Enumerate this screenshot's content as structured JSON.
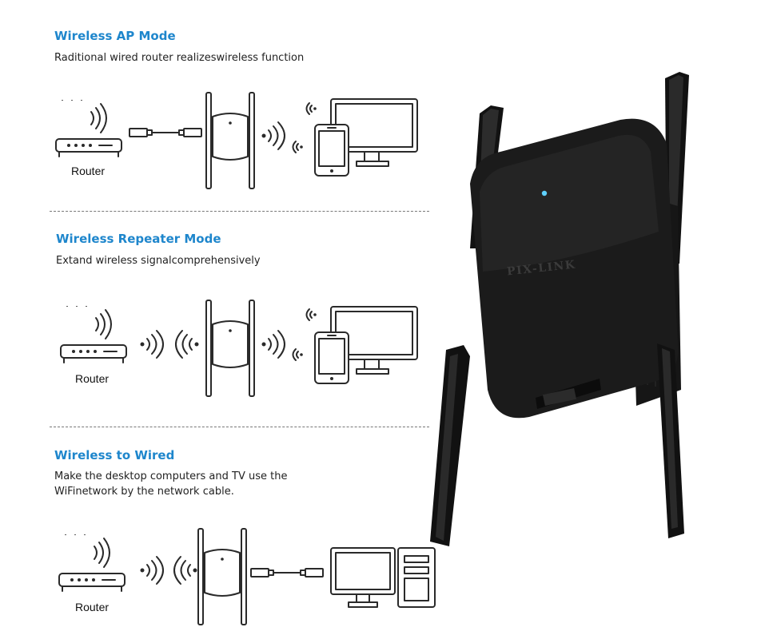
{
  "sections": [
    {
      "title": "Wireless AP Mode",
      "subtitle": "Raditional wired router realizeswireless function",
      "router_label": "Router"
    },
    {
      "title": "Wireless Repeater Mode",
      "subtitle": "Extand wireless signalcomprehensively",
      "router_label": "Router"
    },
    {
      "title": "Wireless to Wired",
      "subtitle_lines": [
        "Make the desktop computers and TV use the",
        "WiFinetwork by the network cable."
      ],
      "router_label": "Router"
    }
  ],
  "device": {
    "brand": "PIX-LINK"
  },
  "colors": {
    "accent": "#1e86cc",
    "device_body": "#1b1b1b",
    "led": "#5fd1ff"
  }
}
